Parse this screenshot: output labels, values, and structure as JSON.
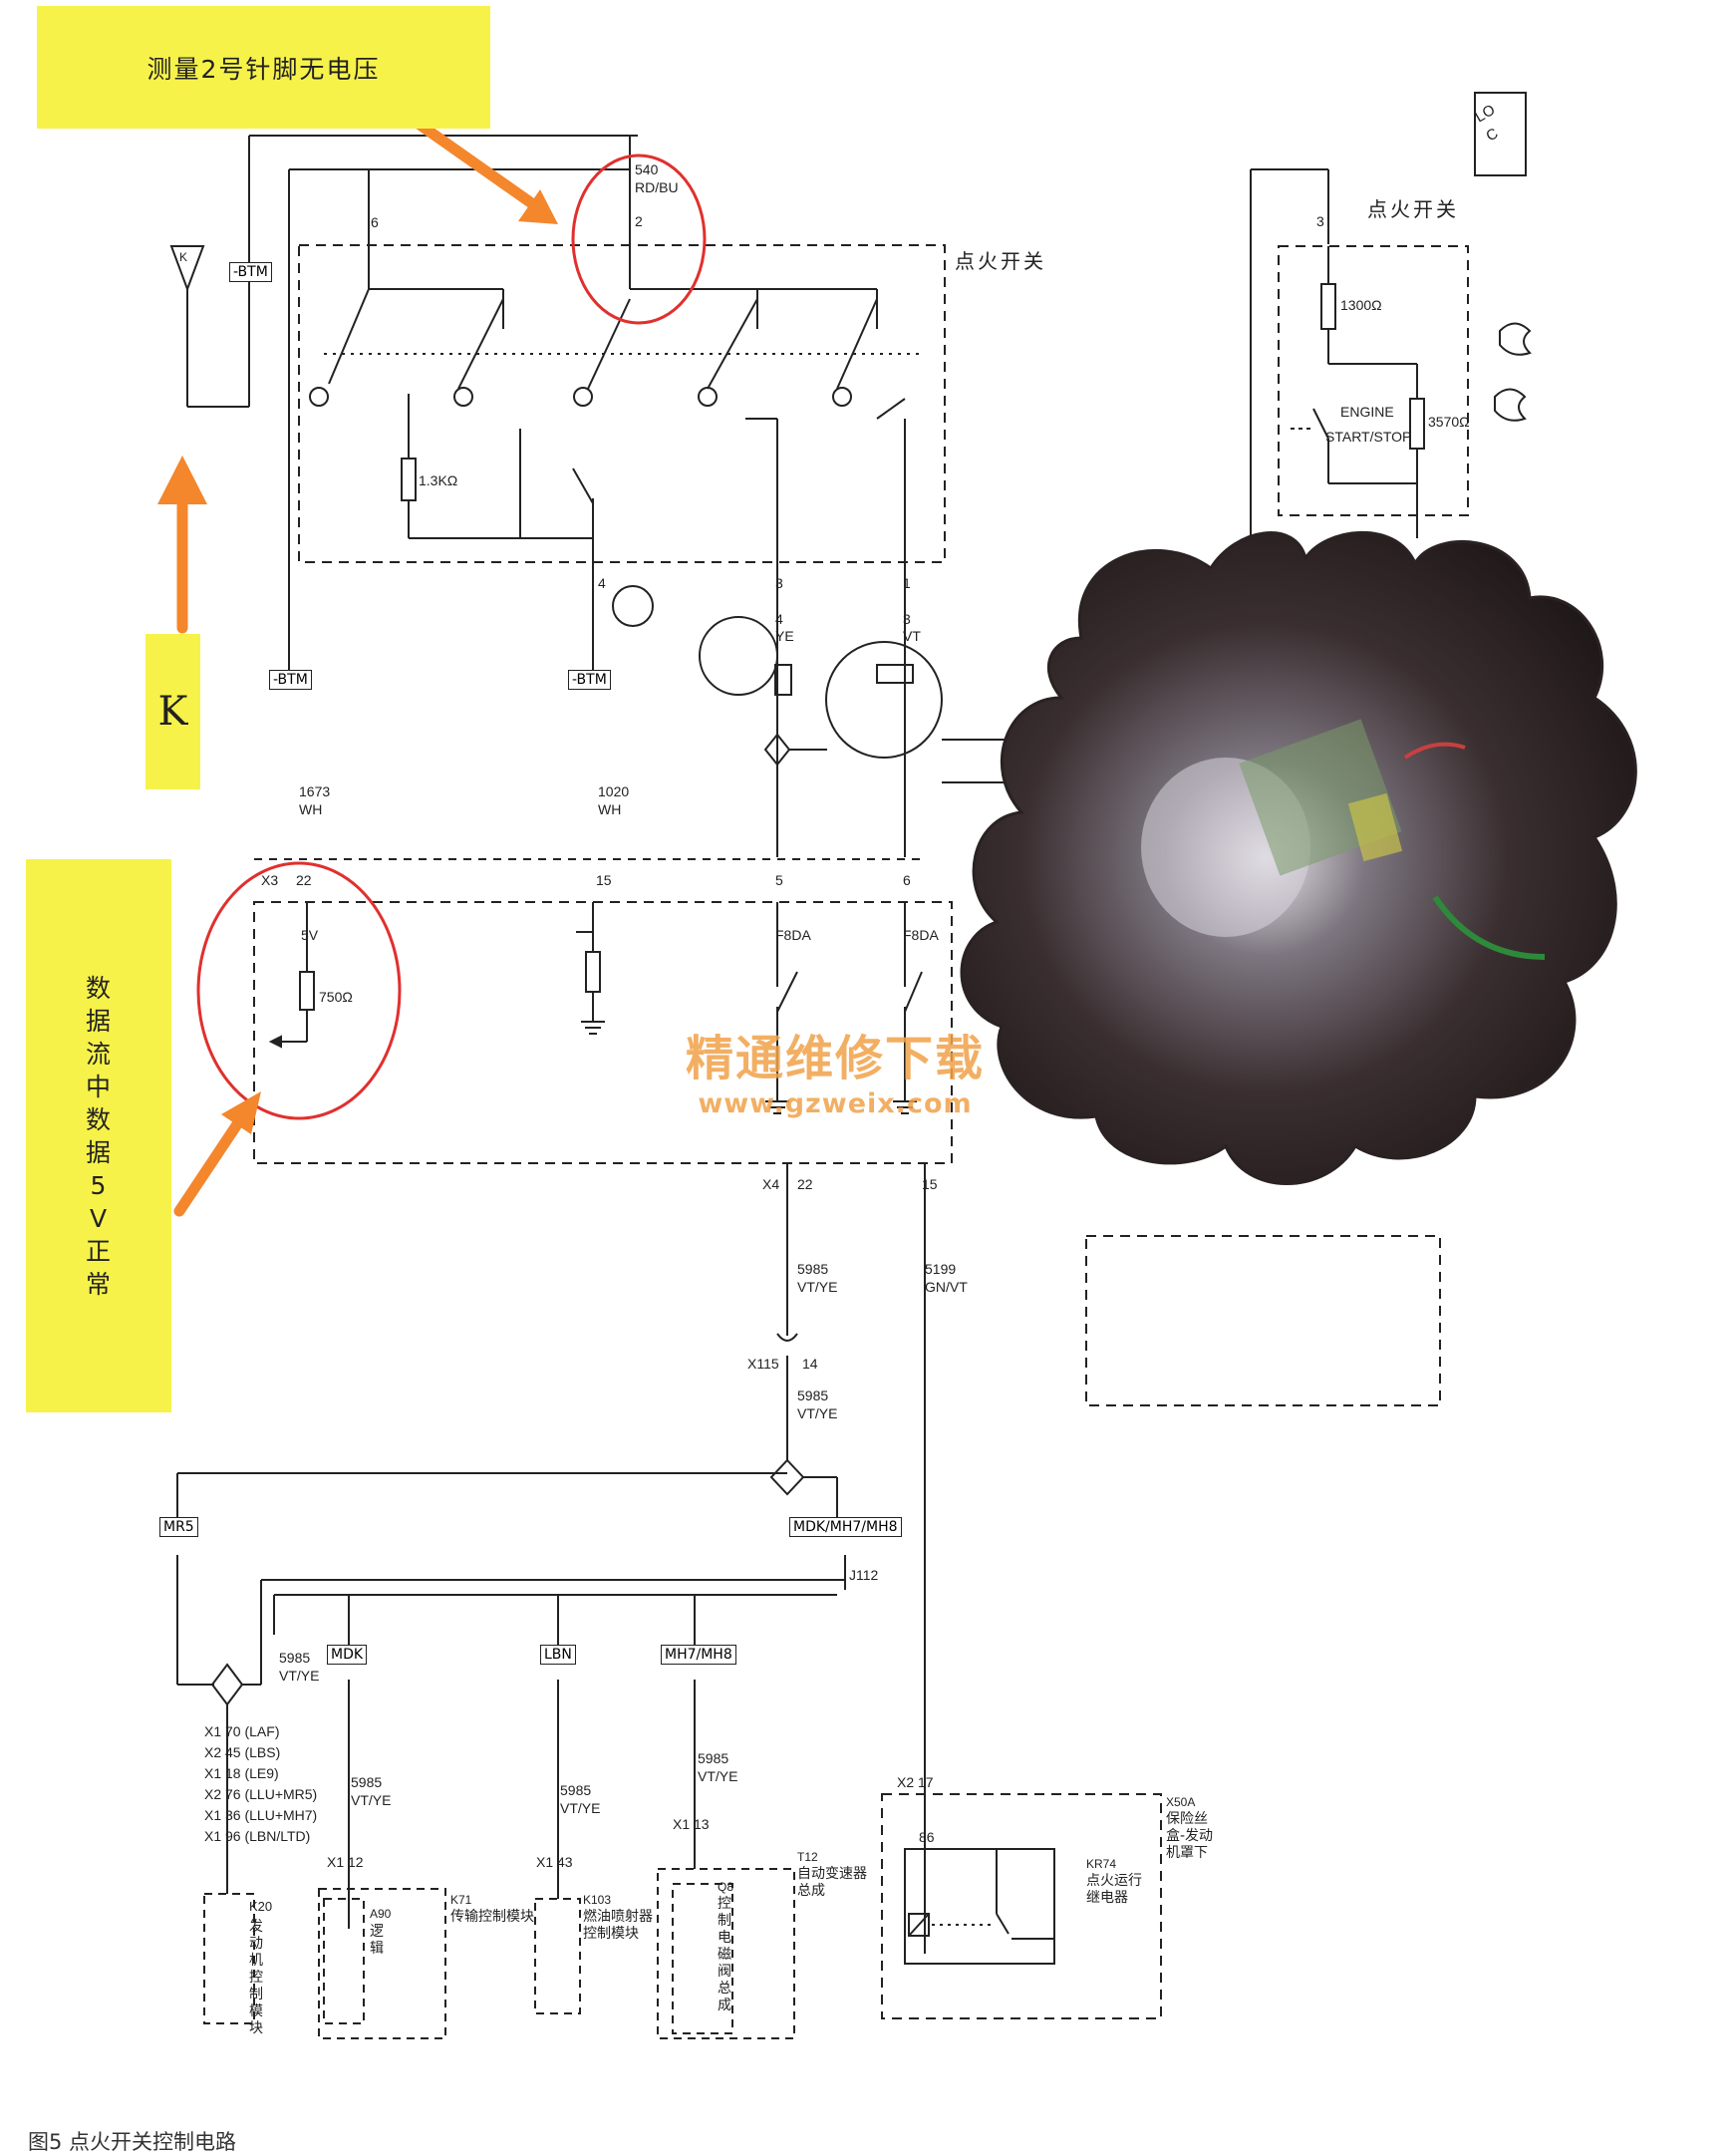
{
  "notes": {
    "top": "测量2号针脚无电压",
    "k": "K",
    "data": "数据流中数据5V正常"
  },
  "labels": {
    "ignition_switch_1": "点火开关",
    "ignition_switch_2": "点火开关",
    "loc": "LOC",
    "btm": "-BTM",
    "k_ant": "K",
    "pin6": "6",
    "wire540": "540",
    "rdbu": "RD/BU",
    "pin2": "2",
    "pin3r": "3",
    "r1300": "1300Ω",
    "r3570": "3570Ω",
    "engine": "ENGINE",
    "startstop": "START/STOP",
    "r13k": "1.3KΩ",
    "pin4": "4",
    "pin3a": "3",
    "pin4ye": "4",
    "ye": "YE",
    "pin1": "1",
    "pin3vt": "3",
    "vt": "VT",
    "wire1673": "1673",
    "wh1": "WH",
    "wire1020": "1020",
    "wh2": "WH",
    "x3": "X3",
    "pin22a": "22",
    "pin15a": "15",
    "pin5": "5",
    "pin6b": "6",
    "v5": "5V",
    "r750": "750Ω",
    "f8da1": "F8DA",
    "f8da2": "F8DA",
    "x4": "X4",
    "pin22b": "22",
    "pin15b": "15",
    "w5985a": "5985",
    "vtye_a": "VT/YE",
    "w5199": "5199",
    "gnvt": "GN/VT",
    "x115": "X115",
    "pin14": "14",
    "w5985b": "5985",
    "vtye_b": "VT/YE",
    "mr5": "MR5",
    "mdkmh": "MDK/MH7/MH8",
    "j112": "J112",
    "w5985c": "5985",
    "vtye_c": "VT/YE",
    "mdk": "MDK",
    "lbn": "LBN",
    "mh78": "MH7/MH8",
    "x1_70": "X1 70 (LAF)",
    "x2_45": "X2 45 (LBS)",
    "x1_18": "X1 18 (LE9)",
    "x2_76": "X2 76 (LLU+MR5)",
    "x1_36": "X1 36 (LLU+MH7)",
    "x1_96": "X1 96 (LBN/LTD)",
    "w5985d": "5985",
    "vtye_d": "VT/YE",
    "w5985e": "5985",
    "vtye_e": "VT/YE",
    "w5985f": "5985",
    "vtye_f": "VT/YE",
    "x1_12": "X1  12",
    "x1_43": "X1  43",
    "x1_13": "X1  13",
    "x2_17": "X2  17",
    "pin86": "86",
    "k20": "K20",
    "k20_desc": "发动机控制模块",
    "a90": "A90",
    "a90_desc": "逻辑",
    "k71": "K71",
    "k71_desc": "传输控制模块",
    "k103": "K103",
    "k103_desc": "燃油喷射器控制模块",
    "q8": "Q8",
    "q8_desc": "控制电磁阀总成",
    "t12": "T12",
    "t12_desc": "自动变速器总成",
    "x50a": "X50A",
    "x50a_desc": "保险丝盒-发动机罩下",
    "kr74": "KR74",
    "kr74_desc": "点火运行继电器"
  },
  "watermark": {
    "cn": "精通维修下载",
    "url": "www.gzweix.com"
  },
  "caption": "图5   点火开关控制电路"
}
